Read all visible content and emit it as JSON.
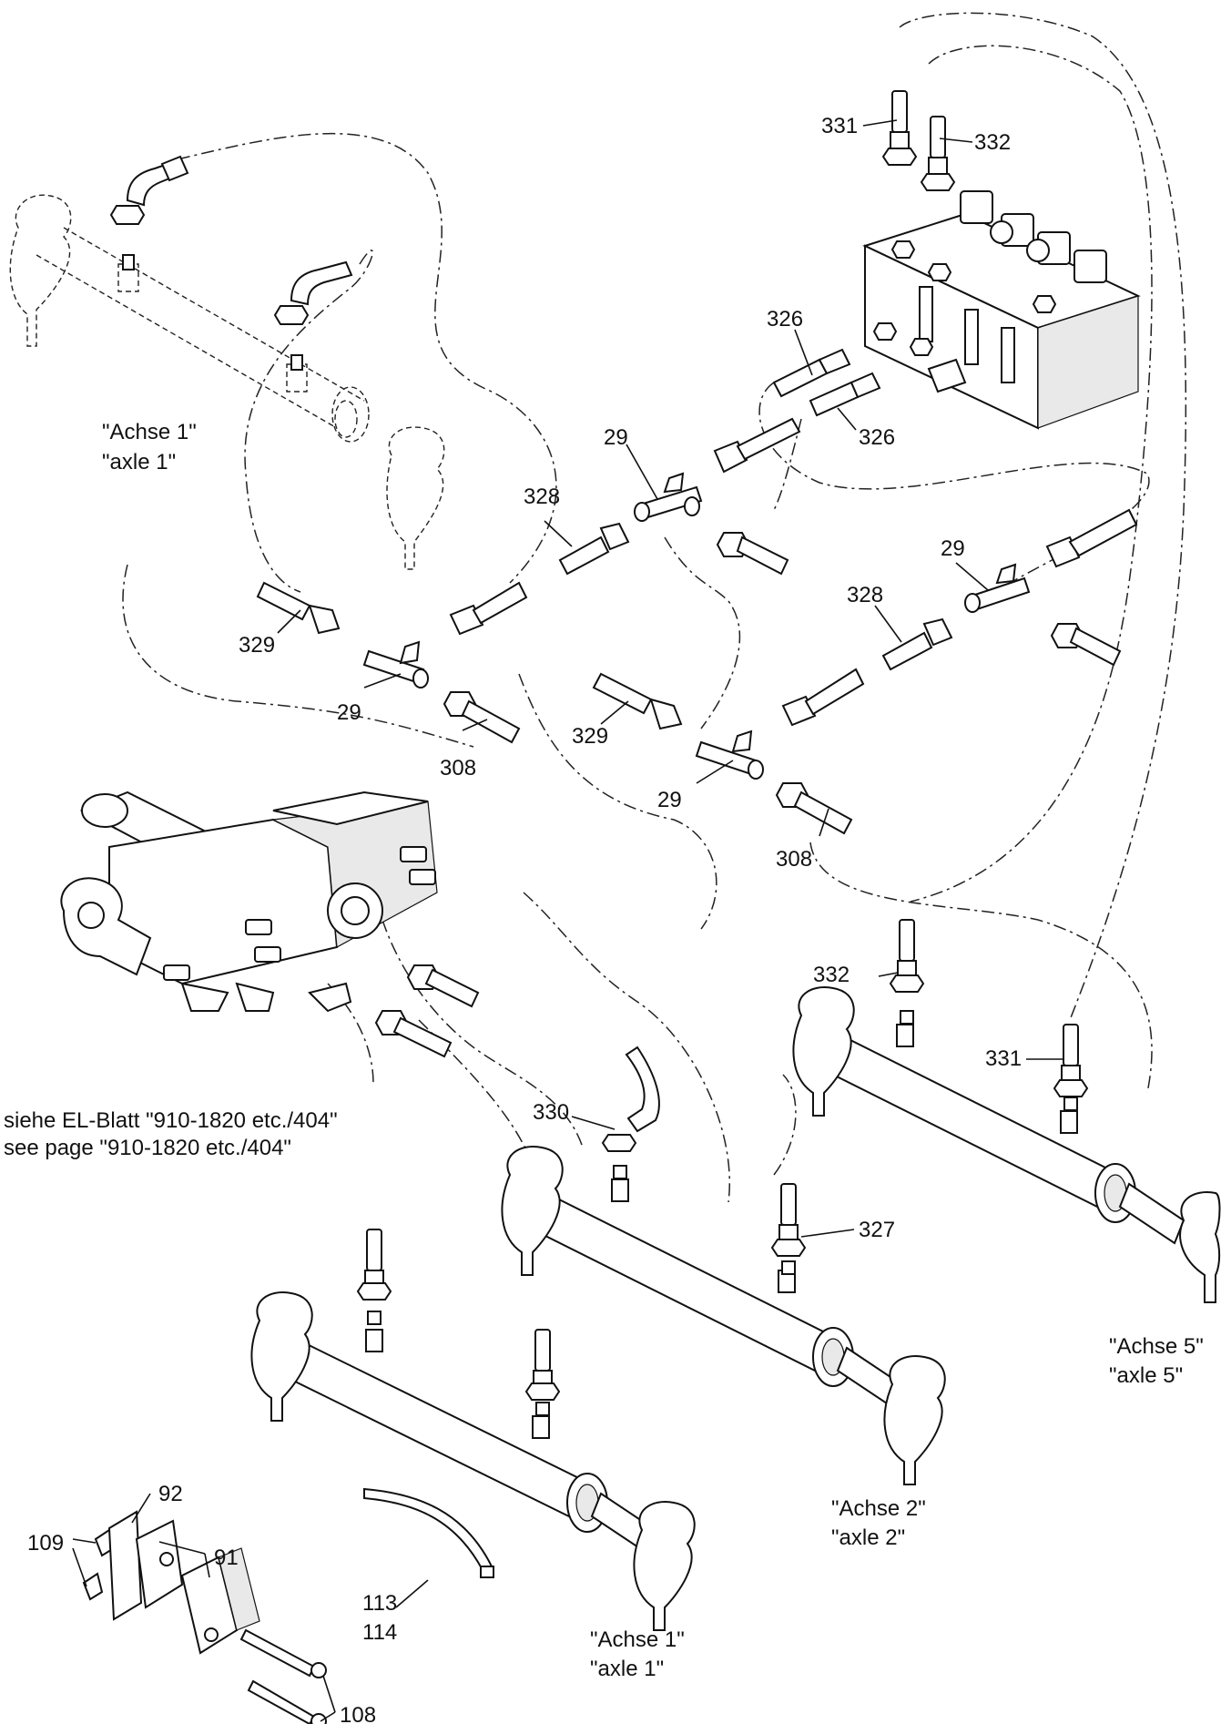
{
  "callouts": {
    "c331a": "331",
    "c332a": "332",
    "c326a": "326",
    "c326b": "326",
    "c29a": "29",
    "c29b": "29",
    "c29c": "29",
    "c29d": "29",
    "c328a": "328",
    "c328b": "328",
    "c329a": "329",
    "c329b": "329",
    "c308a": "308",
    "c308b": "308",
    "c332b": "332",
    "c331b": "331",
    "c330": "330",
    "c327": "327",
    "c109": "109",
    "c92": "92",
    "c91": "91",
    "c113": "113",
    "c114": "114",
    "c108": "108"
  },
  "axle_labels": {
    "top_de": "\"Achse 1\"",
    "top_en": "\"axle 1\"",
    "axle1_de": "\"Achse 1\"",
    "axle1_en": "\"axle 1\"",
    "axle2_de": "\"Achse 2\"",
    "axle2_en": "\"axle 2\"",
    "axle5_de": "\"Achse 5\"",
    "axle5_en": "\"axle 5\""
  },
  "reference_note": {
    "de": "siehe EL-Blatt \"910-1820 etc./404\"",
    "en": "see page \"910-1820 etc./404\""
  },
  "colors": {
    "ink": "#111111",
    "paper": "#ffffff",
    "shade": "#e9e9e9"
  }
}
